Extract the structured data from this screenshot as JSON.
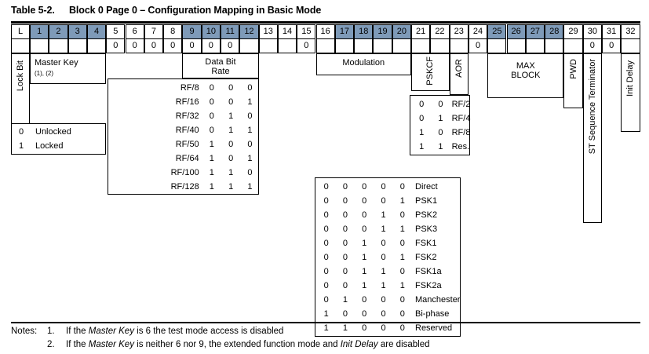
{
  "title": {
    "table_number": "Table 5-2.",
    "caption": "Block 0 Page 0 – Configuration Mapping in Basic Mode"
  },
  "header": {
    "lock_label": "L",
    "bits": [
      "1",
      "2",
      "3",
      "4",
      "5",
      "6",
      "7",
      "8",
      "9",
      "10",
      "11",
      "12",
      "13",
      "14",
      "15",
      "16",
      "17",
      "18",
      "19",
      "20",
      "21",
      "22",
      "23",
      "24",
      "25",
      "26",
      "27",
      "28",
      "29",
      "30",
      "31",
      "32"
    ],
    "shaded_bits": [
      1,
      2,
      3,
      4,
      9,
      10,
      11,
      12,
      17,
      18,
      19,
      20,
      25,
      26,
      27,
      28
    ],
    "shaded_color": "#7e9ab8"
  },
  "bit_row": {
    "values": {
      "5": "0",
      "6": "0",
      "7": "0",
      "8": "0",
      "9": "0",
      "10": "0",
      "11": "0",
      "15": "0",
      "24": "0",
      "30": "0",
      "31": "0"
    }
  },
  "fields": {
    "lock_bit": {
      "label": "Lock Bit",
      "orientation": "vertical"
    },
    "master_key": {
      "label": "Master Key",
      "footnote": "(1), (2)",
      "orientation": "horizontal"
    },
    "data_bit_rate": {
      "label": "Data Bit Rate",
      "orientation": "horizontal"
    },
    "modulation": {
      "label": "Modulation",
      "orientation": "horizontal"
    },
    "pskcf": {
      "label": "PSKCF",
      "orientation": "vertical"
    },
    "aor": {
      "label": "AOR",
      "orientation": "vertical"
    },
    "max_block": {
      "label": "MAX BLOCK",
      "orientation": "horizontal"
    },
    "pwd": {
      "label": "PWD",
      "orientation": "vertical"
    },
    "st_sequence_terminator": {
      "label": "ST Sequence Terminator",
      "orientation": "vertical"
    },
    "init_delay": {
      "label": "Init Delay",
      "orientation": "vertical"
    }
  },
  "lock_bit_table": {
    "rows": [
      {
        "bit": "0",
        "meaning": "Unlocked"
      },
      {
        "bit": "1",
        "meaning": "Locked"
      }
    ]
  },
  "data_bit_rate_table": {
    "rows": [
      {
        "name": "RF/8",
        "bits": [
          "0",
          "0",
          "0"
        ]
      },
      {
        "name": "RF/16",
        "bits": [
          "0",
          "0",
          "1"
        ]
      },
      {
        "name": "RF/32",
        "bits": [
          "0",
          "1",
          "0"
        ]
      },
      {
        "name": "RF/40",
        "bits": [
          "0",
          "1",
          "1"
        ]
      },
      {
        "name": "RF/50",
        "bits": [
          "1",
          "0",
          "0"
        ]
      },
      {
        "name": "RF/64",
        "bits": [
          "1",
          "0",
          "1"
        ]
      },
      {
        "name": "RF/100",
        "bits": [
          "1",
          "1",
          "0"
        ]
      },
      {
        "name": "RF/128",
        "bits": [
          "1",
          "1",
          "1"
        ]
      }
    ]
  },
  "modulation_table": {
    "rows": [
      {
        "bits": [
          "0",
          "0",
          "0",
          "0",
          "0"
        ],
        "name": "Direct"
      },
      {
        "bits": [
          "0",
          "0",
          "0",
          "0",
          "1"
        ],
        "name": "PSK1"
      },
      {
        "bits": [
          "0",
          "0",
          "0",
          "1",
          "0"
        ],
        "name": "PSK2"
      },
      {
        "bits": [
          "0",
          "0",
          "0",
          "1",
          "1"
        ],
        "name": "PSK3"
      },
      {
        "bits": [
          "0",
          "0",
          "1",
          "0",
          "0"
        ],
        "name": "FSK1"
      },
      {
        "bits": [
          "0",
          "0",
          "1",
          "0",
          "1"
        ],
        "name": "FSK2"
      },
      {
        "bits": [
          "0",
          "0",
          "1",
          "1",
          "0"
        ],
        "name": "FSK1a"
      },
      {
        "bits": [
          "0",
          "0",
          "1",
          "1",
          "1"
        ],
        "name": "FSK2a"
      },
      {
        "bits": [
          "0",
          "1",
          "0",
          "0",
          "0"
        ],
        "name": "Manchester"
      },
      {
        "bits": [
          "1",
          "0",
          "0",
          "0",
          "0"
        ],
        "name": "Bi-phase"
      },
      {
        "bits": [
          "1",
          "1",
          "0",
          "0",
          "0"
        ],
        "name": "Reserved"
      }
    ]
  },
  "pskcf_table": {
    "rows": [
      {
        "bits": [
          "0",
          "0"
        ],
        "name": "RF/2"
      },
      {
        "bits": [
          "0",
          "1"
        ],
        "name": "RF/4"
      },
      {
        "bits": [
          "1",
          "0"
        ],
        "name": "RF/8"
      },
      {
        "bits": [
          "1",
          "1"
        ],
        "name": "Res."
      }
    ]
  },
  "notes": {
    "label": "Notes:",
    "items": [
      {
        "index": "1.",
        "pre": "If the ",
        "em1": "Master Key",
        "mid": " is 6 the test mode access is disabled",
        "em2": "",
        "post": ""
      },
      {
        "index": "2.",
        "pre": "If the ",
        "em1": "Master Key",
        "mid": " is neither 6 nor 9, the extended function mode and ",
        "em2": "Init Delay",
        "post": " are disabled"
      }
    ]
  }
}
